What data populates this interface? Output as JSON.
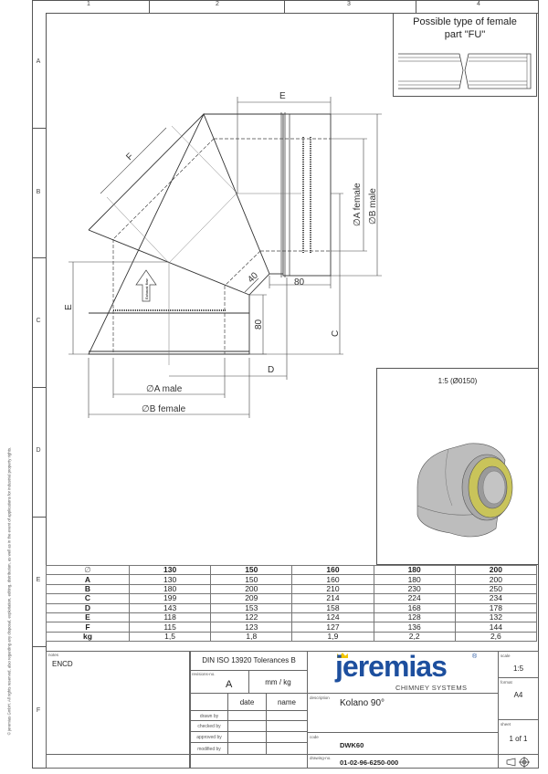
{
  "sheet": {
    "columns": [
      "1",
      "2",
      "3",
      "4"
    ],
    "rows": [
      "A",
      "B",
      "C",
      "D",
      "E",
      "F"
    ],
    "copyright": "© jeremias GmbH. All rights reserved, also regarding any disposal, exploitation, editing, distribution, as well as in the event of applications for industrial property rights."
  },
  "female_part_box": {
    "title_line1": "Possible type of female",
    "title_line2": "part \"FU\""
  },
  "drawing": {
    "dim_E_top": "E",
    "dim_F": "F",
    "dim_A_female": "∅A female",
    "dim_B_male": "∅B male",
    "dim_40": "40",
    "dim_80_right": "80",
    "dim_E_left": "E",
    "dim_80_left": "80",
    "dim_C": "C",
    "dim_D": "D",
    "dim_A_male": "∅A male",
    "dim_B_female": "∅B female",
    "flow_label": "Exhaust flow"
  },
  "view_3d": {
    "label": "1:5 (Ø0150)",
    "colors": {
      "steel": "#b9b9b9",
      "insulation": "#c9c45a"
    }
  },
  "table": {
    "rows": [
      {
        "label": "∅",
        "values": [
          "130",
          "150",
          "160",
          "180",
          "200"
        ]
      },
      {
        "label": "A",
        "values": [
          "130",
          "150",
          "160",
          "180",
          "200"
        ]
      },
      {
        "label": "B",
        "values": [
          "180",
          "200",
          "210",
          "230",
          "250"
        ]
      },
      {
        "label": "C",
        "values": [
          "199",
          "209",
          "214",
          "224",
          "234"
        ]
      },
      {
        "label": "D",
        "values": [
          "143",
          "153",
          "158",
          "168",
          "178"
        ]
      },
      {
        "label": "E",
        "values": [
          "118",
          "122",
          "124",
          "128",
          "132"
        ]
      },
      {
        "label": "F",
        "values": [
          "115",
          "123",
          "127",
          "136",
          "144"
        ]
      },
      {
        "label": "kg",
        "values": [
          "1,5",
          "1,8",
          "1,9",
          "2,2",
          "2,6"
        ]
      }
    ]
  },
  "title_block": {
    "notes_label": "notes",
    "notes_value": "ENCD",
    "tolerances": "DIN ISO 13920 Tolerances B",
    "revisions_label": "revisions-no.",
    "revisions_value": "A",
    "units": "mm / kg",
    "date_header": "date",
    "name_header": "name",
    "drawn_by": "drawn by",
    "checked_by": "checked by",
    "approved_by": "approved by",
    "modified_by": "modified by",
    "logo_text": "jeremias",
    "logo_sub": "CHIMNEY SYSTEMS",
    "logo_reg": "®",
    "description_label": "description",
    "description_value": "Kolano 90°",
    "code_label": "code",
    "code_value": "DWK60",
    "drawing_no_label": "drawing-no.",
    "drawing_no_value": "01-02-96-6250-000",
    "scale_label": "scale",
    "scale_value": "1:5",
    "format_label": "format",
    "format_value": "A4",
    "sheet_label": "sheet",
    "sheet_value": "1 of 1",
    "brand_color": "#1d4f9e",
    "crown_color": "#f2c500"
  }
}
